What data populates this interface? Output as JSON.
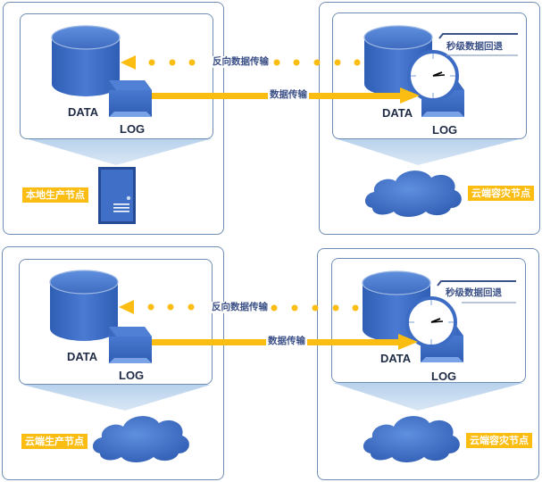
{
  "diagram": {
    "colors": {
      "border": "#6e8db3",
      "db_blue": "#3d6cc4",
      "accent_yellow": "#fbbd12",
      "label_text": "#3a4f86",
      "funnel": "#c5daef"
    },
    "panels": [
      {
        "row": "top",
        "source": {
          "data_label": "DATA",
          "log_label": "LOG",
          "node_tag": "本地生产节点",
          "node_icon": "server-icon"
        },
        "target": {
          "data_label": "DATA",
          "log_label": "LOG",
          "rollback_label": "秒级数据回退",
          "node_tag": "云端容灾节点",
          "node_icon": "cloud-icon"
        },
        "reverse_transfer_label": "反向数据传输",
        "forward_transfer_label": "数据传输"
      },
      {
        "row": "bottom",
        "source": {
          "data_label": "DATA",
          "log_label": "LOG",
          "node_tag": "云端生产节点",
          "node_icon": "cloud-icon"
        },
        "target": {
          "data_label": "DATA",
          "log_label": "LOG",
          "rollback_label": "秒级数据回退",
          "node_tag": "云端容灾节点",
          "node_icon": "cloud-icon"
        },
        "reverse_transfer_label": "反向数据传输",
        "forward_transfer_label": "数据传输"
      }
    ]
  }
}
